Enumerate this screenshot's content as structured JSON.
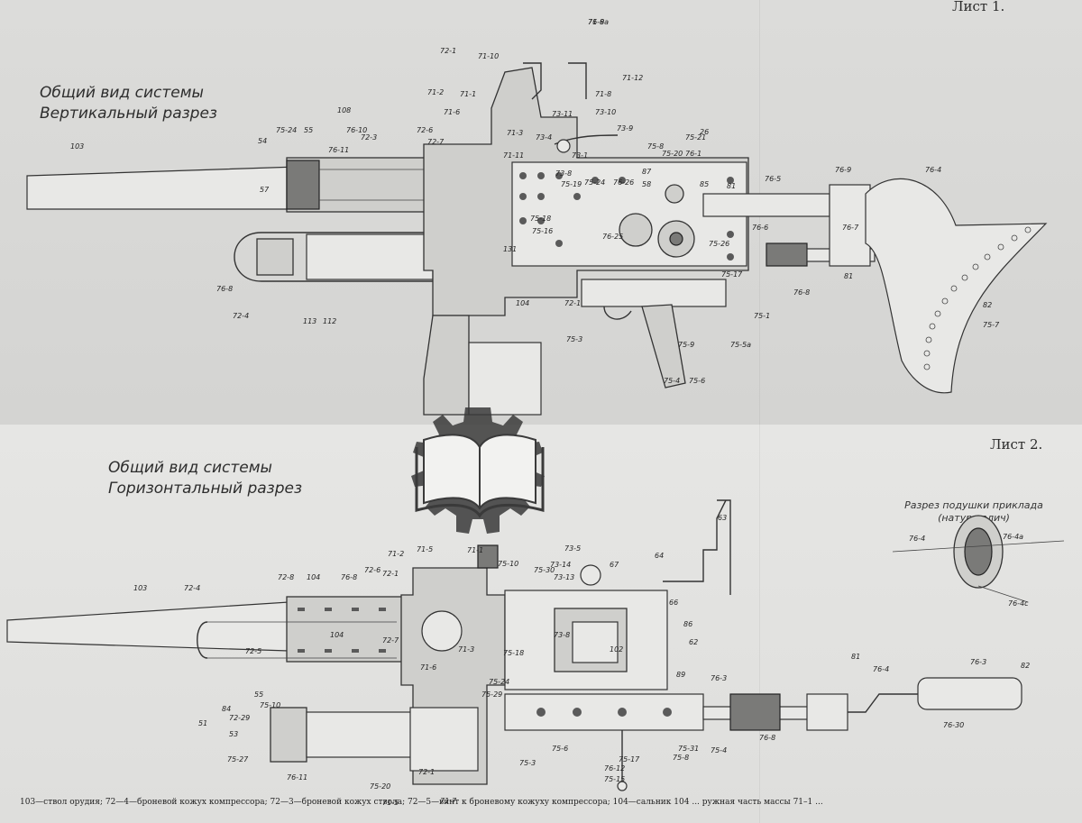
{
  "sheets": [
    {
      "label": "Лист 1.",
      "title_line1": "Общий вид системы",
      "title_line2": "Вертикальный разрез"
    },
    {
      "label": "Лист 2.",
      "title_line1": "Общий вид системы",
      "title_line2": "Горизонтальный разрез"
    }
  ],
  "inset": {
    "title_line1": "Разрез подушки приклада",
    "title_line2": "(натур велич)"
  },
  "callouts_sheet1": [
    "71-9",
    "71-10",
    "71-12",
    "71-8",
    "72-1",
    "71-1",
    "71-2",
    "71-6",
    "73-11",
    "73-10",
    "71-3",
    "71-11",
    "73-9",
    "72-6",
    "72-7",
    "108",
    "73-4",
    "75-8",
    "73-1",
    "73-8",
    "75-20",
    "75-21",
    "26",
    "76-1",
    "85",
    "87",
    "75-19",
    "75-24",
    "76-26",
    "58",
    "81",
    "76-5",
    "76-9",
    "76-4",
    "55",
    "54",
    "75-24",
    "76-11",
    "76-10",
    "72-3",
    "103",
    "57",
    "75-18",
    "75-16",
    "76-25",
    "75-26",
    "76-6",
    "76-7",
    "75-17",
    "131",
    "76-8",
    "81",
    "76-8",
    "72-4",
    "113",
    "112",
    "104",
    "72-1",
    "75-3",
    "75-1",
    "75-9",
    "75-5a",
    "75-4",
    "75-6",
    "75-7",
    "82",
    "76-8a"
  ],
  "callouts_sheet2": [
    "63",
    "71-2",
    "71-5",
    "71-1",
    "75-10",
    "73-5",
    "64",
    "72-8",
    "104",
    "76-8",
    "72-6",
    "72-1",
    "75-30",
    "73-14",
    "73-13",
    "67",
    "66",
    "103",
    "72-4",
    "73-8",
    "86",
    "62",
    "72-5",
    "104",
    "72-7",
    "71-3",
    "75-18",
    "102",
    "71-6",
    "75-24",
    "75-29",
    "55",
    "75-10",
    "89",
    "76-3",
    "81",
    "76-4",
    "76-3",
    "82",
    "84",
    "72-29",
    "51",
    "53",
    "75-27",
    "76-11",
    "72-1",
    "75-20",
    "71-5",
    "71-7",
    "75-3",
    "75-6",
    "75-17",
    "75-15",
    "75-31",
    "75-4",
    "76-12",
    "76-8",
    "76-30",
    "76-4a",
    "76-4",
    "76-4c",
    "75-8"
  ],
  "caption": "103—ствол орудия; 72—4—броневой кожух компрессора; 72—3—броневой кожух ствола; 72—5—винт к броневому кожуху компрессора; 104—сальник 104 ... ружная часть массы 71–1 ..."
}
